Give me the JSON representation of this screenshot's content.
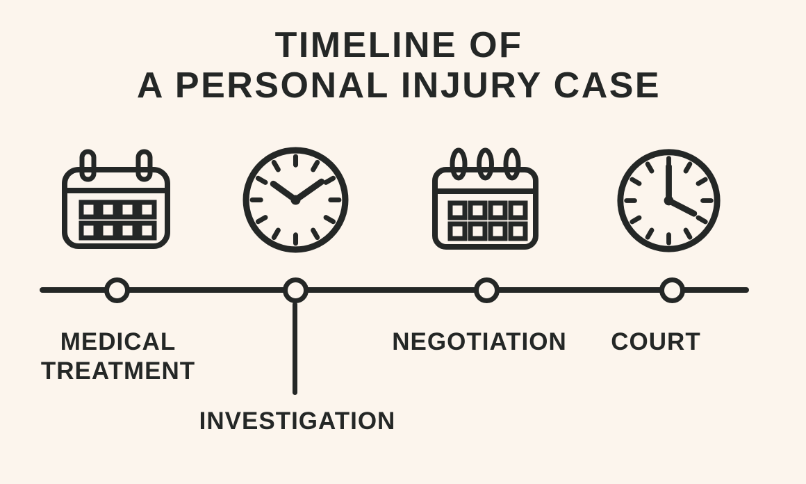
{
  "title": {
    "line1": "TIMELINE OF",
    "line2": "A PERSONAL INJURY CASE"
  },
  "stages": [
    {
      "label": "MEDICAL TREATMENT",
      "icon": "calendar"
    },
    {
      "label": "INVESTIGATION",
      "icon": "clock"
    },
    {
      "label": "NEGOTIATION",
      "icon": "calendar"
    },
    {
      "label": "COURT",
      "icon": "clock"
    }
  ],
  "timeline": {
    "node_count": 4,
    "orientation": "horizontal"
  },
  "colors": {
    "background": "#fcf5ed",
    "ink": "#242726"
  }
}
